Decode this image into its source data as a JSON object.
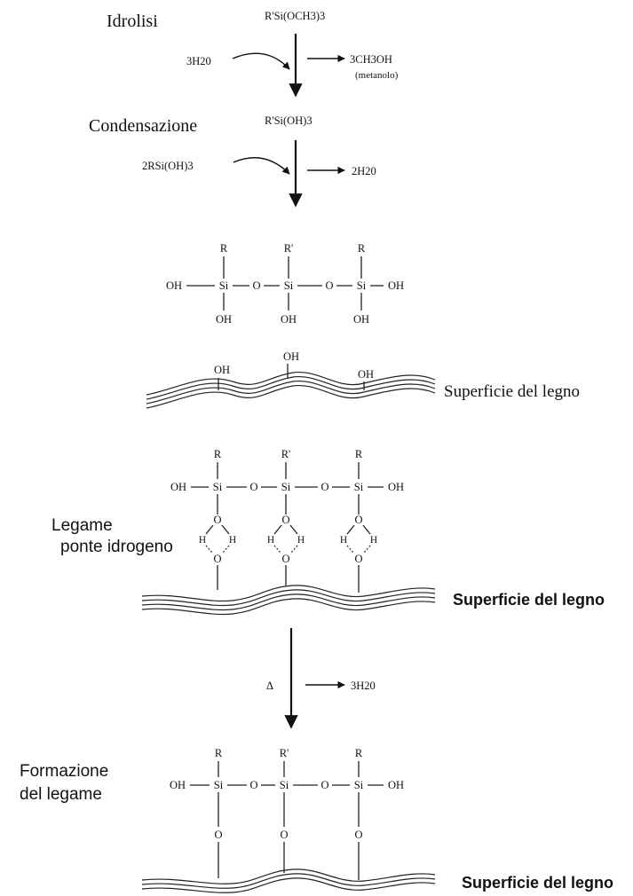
{
  "steps": {
    "hydrolysis": {
      "label": "Idrolisi",
      "reactant": "R'Si(OCH3)3",
      "reagent": "3H20",
      "product": "3CH3OH",
      "product_note": "(metanolo)"
    },
    "condensation": {
      "label": "Condensazione",
      "reactant": "R'Si(OH)3",
      "reagent": "2RSi(OH)3",
      "product": "2H20"
    },
    "hydrogen_bond": {
      "label_line1": "Legame",
      "label_line2": "ponte idrogeno"
    },
    "heating": {
      "symbol": "Δ",
      "product": "3H20"
    },
    "bond_formation": {
      "label_line1": "Formazione",
      "label_line2": "del legame"
    }
  },
  "atoms": {
    "r": "R",
    "r_prime": "R'",
    "oh": "OH",
    "si": "Si",
    "o": "O",
    "h": "H"
  },
  "surface": {
    "label": "Superficie del legno"
  }
}
